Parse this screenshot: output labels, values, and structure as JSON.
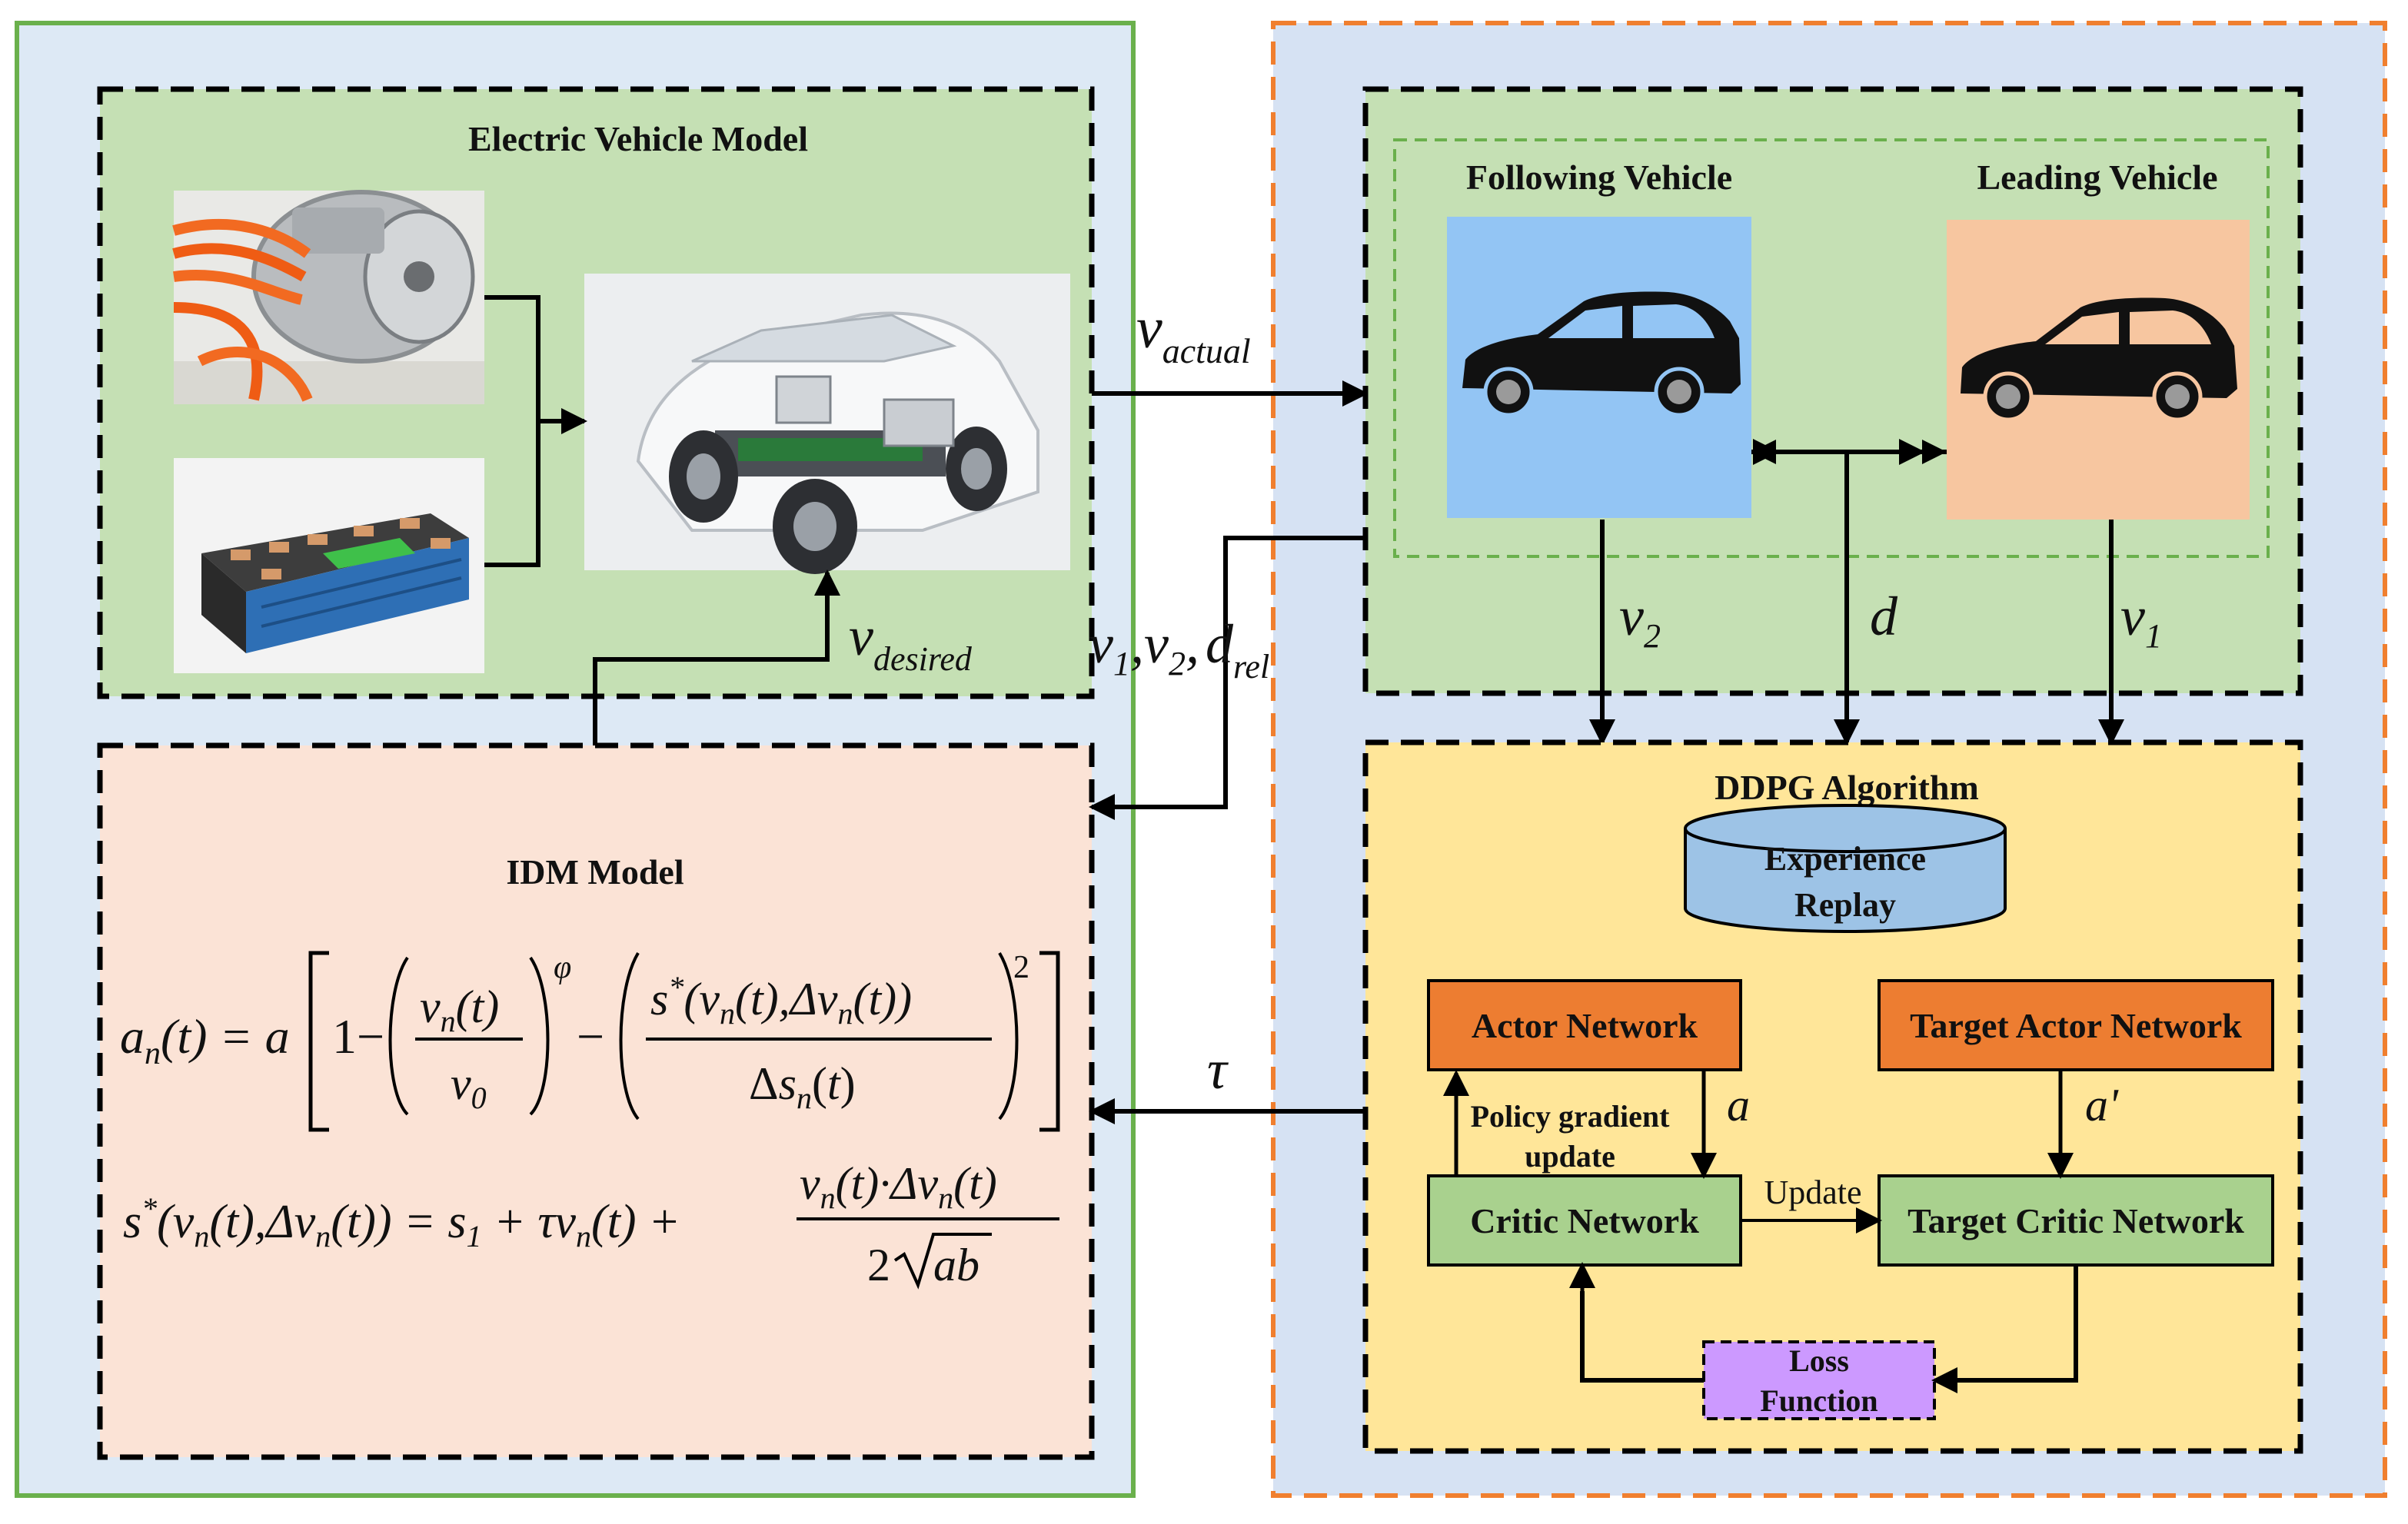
{
  "colors": {
    "left_panel_bg": "#dde9f5",
    "left_panel_border": "#6ab04c",
    "right_panel_bg": "#d6e2f3",
    "right_panel_border": "#f07f2f",
    "ev_box_bg": "#c5e0b4",
    "idm_box_bg": "#fbe3d6",
    "ddpg_box_bg": "#ffe699",
    "following_vehicle_bg": "#93c5f4",
    "leading_vehicle_bg": "#f7c6a0",
    "actor_bg": "#ed7d31",
    "critic_bg": "#a9d18e",
    "loss_bg": "#cc99ff",
    "replay_bg": "#9dc3e6"
  },
  "ev_model": {
    "title": "Electric Vehicle Model"
  },
  "idm_model": {
    "title": "IDM Model"
  },
  "vehicles": {
    "following": "Following Vehicle",
    "leading": "Leading Vehicle"
  },
  "ddpg": {
    "title": "DDPG Algorithm",
    "replay_line1": "Experience",
    "replay_line2": "Replay",
    "actor": "Actor Network",
    "target_actor": "Target Actor Network",
    "critic": "Critic Network",
    "target_critic": "Target Critic Network",
    "loss_line1": "Loss",
    "loss_line2": "Function",
    "policy_line1": "Policy gradient",
    "policy_line2": "update",
    "update": "Update",
    "a": "a",
    "a_prime": "a'"
  },
  "signals": {
    "v": "v",
    "actual": "actual",
    "desired": "desired",
    "v1v2": "v",
    "sub1": "1",
    "sub2": "2",
    "comma": ",",
    "d": "d",
    "rel": "rel",
    "tau": "τ"
  }
}
